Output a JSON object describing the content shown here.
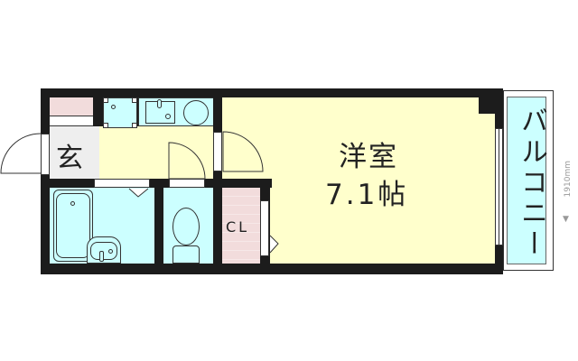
{
  "floorplan": {
    "rooms": {
      "western_room": {
        "name": "洋室",
        "size": "7.1帖"
      },
      "entrance": {
        "name": "玄"
      },
      "closet": {
        "name": "CL"
      },
      "balcony": {
        "name": "バルコニー",
        "depth": "1910mm"
      }
    },
    "colors": {
      "wall": "#1c1c1c",
      "room_floor": "#ffffcc",
      "wet_area": "#ccffff",
      "closet": "#f2dcdc",
      "entrance": "#eeeeee",
      "dimension_text": "#999999"
    },
    "fixtures": [
      "washing-machine",
      "kitchen-sink",
      "stove",
      "bathtub",
      "washbasin",
      "toilet"
    ]
  }
}
